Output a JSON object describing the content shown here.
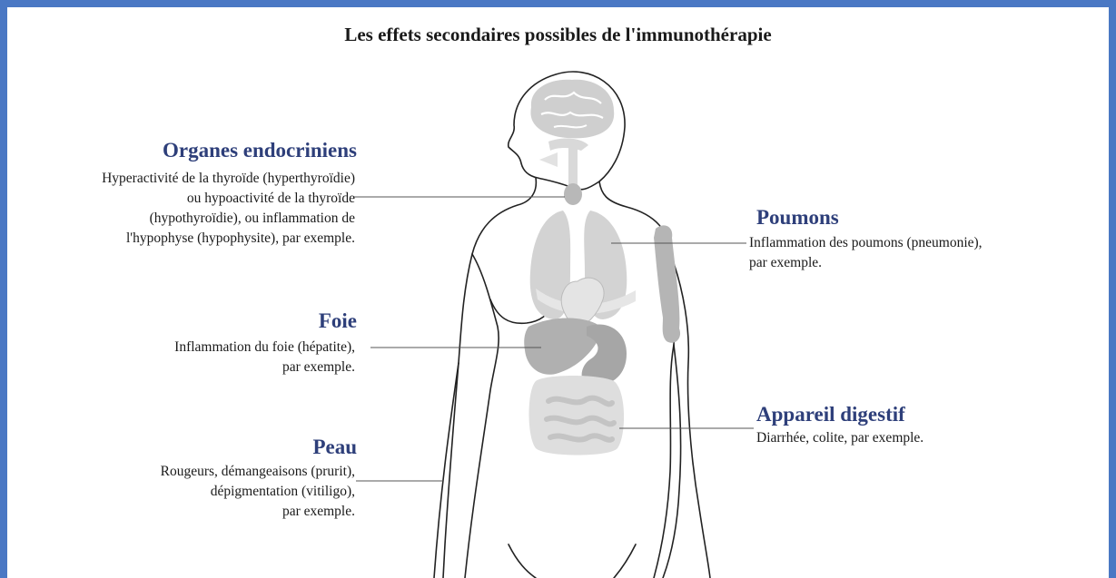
{
  "title": "Les effets secondaires possibles de l'immunothérapie",
  "colors": {
    "border": "#4a78c4",
    "heading": "#2e3f7a",
    "organ_light": "#d6d6d6",
    "organ_mid": "#bdbdbd",
    "organ_dark": "#a8a8a8"
  },
  "sections": {
    "endocrine": {
      "heading": "Organes endocriniens",
      "lines": [
        "Hyperactivité de la thyroïde (hyperthyroïdie)",
        "ou hypoactivité de la thyroïde",
        "(hypothyroïdie), ou inflammation de",
        "l'hypophyse (hypophysite), par exemple."
      ]
    },
    "liver": {
      "heading": "Foie",
      "lines": [
        "Inflammation du foie (hépatite),",
        "par exemple."
      ]
    },
    "skin": {
      "heading": "Peau",
      "lines": [
        "Rougeurs, démangeaisons (prurit),",
        "dépigmentation (vitiligo),",
        "par exemple."
      ]
    },
    "lungs": {
      "heading": "Poumons",
      "lines": [
        "Inflammation des poumons (pneumonie),",
        "par exemple."
      ]
    },
    "digestive": {
      "heading": "Appareil digestif",
      "lines": [
        "Diarrhée, colite, par exemple."
      ]
    }
  }
}
